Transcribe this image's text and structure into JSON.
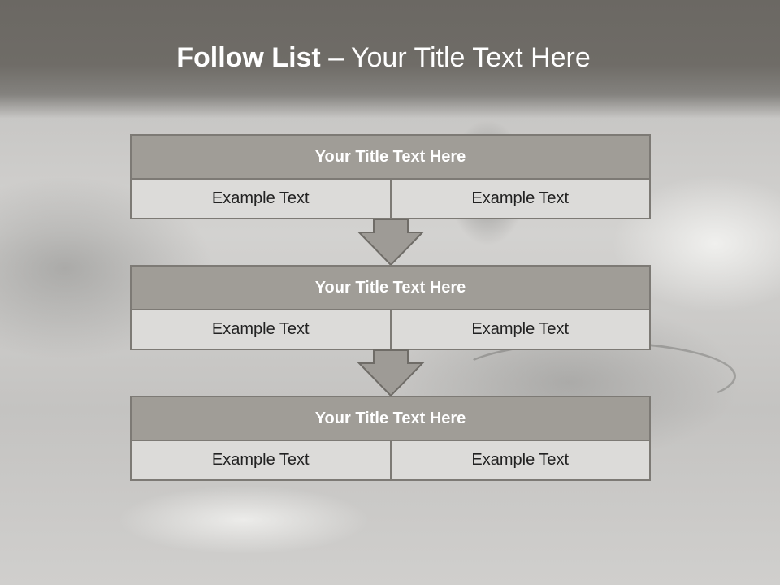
{
  "slide": {
    "title_bold": "Follow List",
    "title_rest": " – Your Title Text Here"
  },
  "blocks": [
    {
      "title": "Your Title Text Here",
      "left": "Example Text",
      "right": "Example Text"
    },
    {
      "title": "Your Title Text Here",
      "left": "Example Text",
      "right": "Example Text"
    },
    {
      "title": "Your Title Text Here",
      "left": "Example Text",
      "right": "Example Text"
    }
  ],
  "colors": {
    "header": "#6b6863",
    "block_title_fill": "#a09d97",
    "cell_fill": "#dcdbd9",
    "border": "#7d7a75",
    "arrow_fill": "#9e9b96"
  },
  "icons": [
    "down-arrow-icon",
    "down-arrow-icon"
  ]
}
